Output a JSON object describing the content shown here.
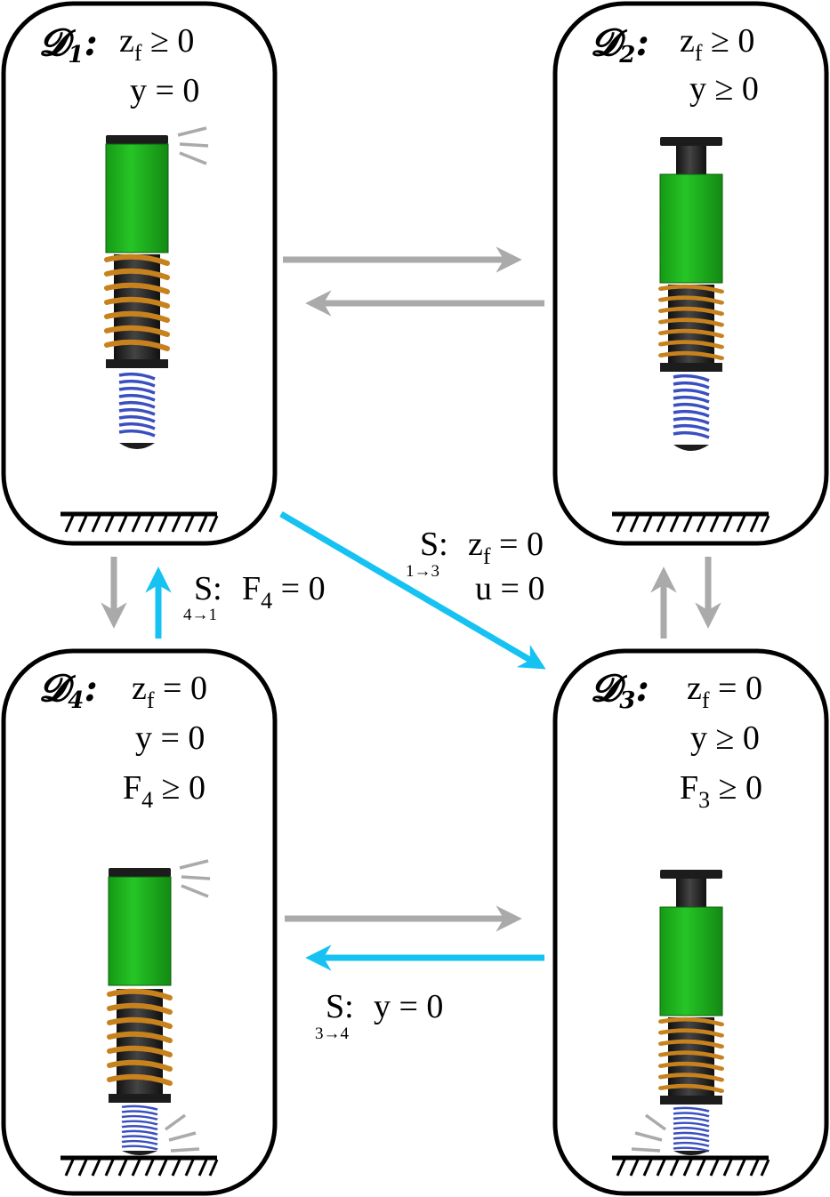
{
  "colors": {
    "transition_active": "#15c2f2",
    "transition_inactive": "#aaaaaa",
    "mass": "#1fb81f",
    "outer_spring": "#c7821e",
    "inner_spring": "#3a4fc0"
  },
  "modes": [
    {
      "id": "D1",
      "label": "𝓓",
      "sub": "1",
      "colon": ":",
      "conditions": [
        "z_f ≥ 0",
        "y = 0"
      ]
    },
    {
      "id": "D2",
      "label": "𝓓",
      "sub": "2",
      "colon": ":",
      "conditions": [
        "z_f ≥ 0",
        "y ≥ 0"
      ]
    },
    {
      "id": "D3",
      "label": "𝓓",
      "sub": "3",
      "colon": ":",
      "conditions": [
        "z_f = 0",
        "y ≥ 0",
        "F_3 ≥ 0"
      ]
    },
    {
      "id": "D4",
      "label": "𝓓",
      "sub": "4",
      "colon": ":",
      "conditions": [
        "z_f = 0",
        "y = 0",
        "F_4 ≥ 0"
      ]
    }
  ],
  "text": {
    "d1": {
      "c1a": "z",
      "c1s": "f",
      "c1b": " ≥ 0",
      "c2": "y = 0"
    },
    "d2": {
      "c1a": "z",
      "c1s": "f",
      "c1b": " ≥ 0",
      "c2": "y ≥ 0"
    },
    "d3": {
      "c1a": "z",
      "c1s": "f",
      "c1b": " = 0",
      "c2": "y ≥ 0",
      "c3a": "F",
      "c3s": "3",
      "c3b": " ≥ 0"
    },
    "d4": {
      "c1a": "z",
      "c1s": "f",
      "c1b": " = 0",
      "c2": "y = 0",
      "c3a": "F",
      "c3s": "4",
      "c3b": " ≥ 0"
    }
  },
  "transitions": [
    {
      "id": "S13",
      "symbol": "S:",
      "index": "1→3",
      "from": "D1",
      "to": "D3",
      "line1a": "z",
      "line1s": "f",
      "line1b": " = 0",
      "line2": "u = 0"
    },
    {
      "id": "S41",
      "symbol": "S:",
      "index": "4→1",
      "from": "D4",
      "to": "D1",
      "line1a": "F",
      "line1s": "4",
      "line1b": " = 0"
    },
    {
      "id": "S34",
      "symbol": "S:",
      "index": "3→4",
      "from": "D3",
      "to": "D4",
      "line1": "y = 0"
    }
  ]
}
